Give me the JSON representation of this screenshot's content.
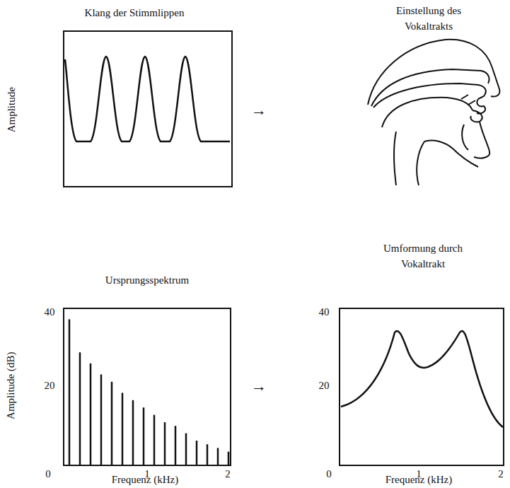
{
  "diagram": {
    "labels": [
      "Klang der Stimmlippen",
      "Einstellung des Vokaltrakts",
      "Amplitude",
      "→",
      "Ursprungsspektrum",
      "Umformung durch Vokaltrakt",
      "40",
      "20",
      "0",
      "1",
      "2",
      "Amplitude (dB)",
      "Frequenz (kHz)",
      "→",
      "40",
      "20",
      "0",
      "1",
      "2",
      "Frequenz (kHz)"
    ]
  }
}
